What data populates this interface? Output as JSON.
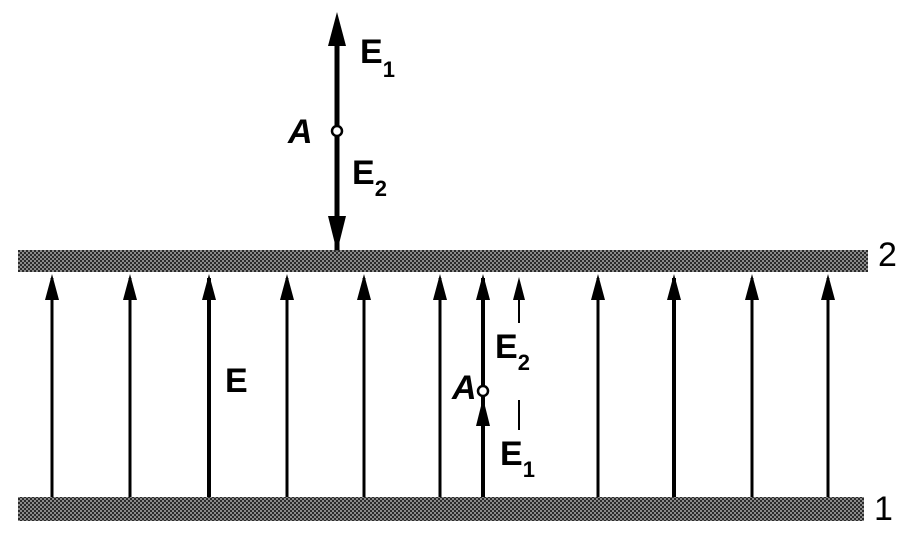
{
  "plates": [
    {
      "id": "upper",
      "label": "2"
    },
    {
      "id": "lower",
      "label": "1"
    }
  ],
  "labels": {
    "field_inside": "E",
    "outside_up_base": "E",
    "outside_up_sub": "1",
    "outside_down_base": "E",
    "outside_down_sub": "2",
    "outside_point": "A",
    "inside_up_base": "E",
    "inside_up_sub": "2",
    "inside_down_base": "E",
    "inside_down_sub": "1",
    "inside_point": "A"
  },
  "colors": {
    "ink": "#000000",
    "plate": "#555555",
    "background": "#ffffff"
  }
}
